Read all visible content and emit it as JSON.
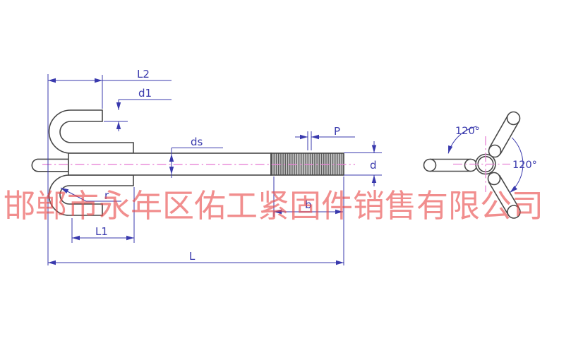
{
  "watermark": {
    "text": "邯郸市永年区佑工紧固件销售有限公司"
  },
  "drawing": {
    "type": "technical-drawing-anchor-bolt-with-hooks",
    "views": [
      "side-view",
      "end-view"
    ],
    "dimension_labels": {
      "L2": "L2",
      "d1": "d1",
      "ds": "ds",
      "P": "P",
      "d": "d",
      "r": "r",
      "b": "b",
      "L1": "L1",
      "L": "L"
    },
    "end_view": {
      "angle_left": "120°",
      "angle_right": "120°",
      "legs": 3
    },
    "colors": {
      "geometry_line": "#474747",
      "dimension_blue": "#3939ad",
      "centerline_pink": "#e883d6",
      "watermark_red": "#e94949",
      "thread_fill": "#c4c4c4",
      "background": "#ffffff"
    }
  }
}
